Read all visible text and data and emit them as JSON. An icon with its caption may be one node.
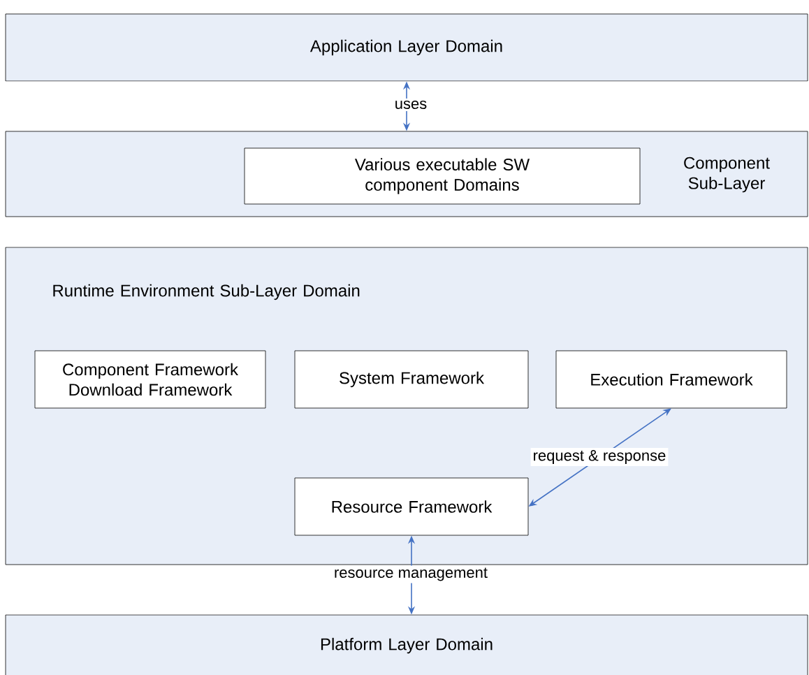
{
  "diagram": {
    "nodes": [
      {
        "text": [
          "Application Layer Domain"
        ]
      },
      {
        "text": [
          "Component Sub-Layer"
        ]
      },
      {
        "text": [
          "Various executable SW component Domains"
        ],
        "in": 1
      },
      {
        "text": [
          "Runtime Environment Sub-Layer Domain"
        ]
      },
      {
        "text": [
          "Component Framework Download Framework"
        ],
        "in": 3
      },
      {
        "text": [
          "System Framework"
        ],
        "in": 3
      },
      {
        "text": [
          "Execution Framework"
        ],
        "in": 3
      },
      {
        "text": [
          "Resource Framework"
        ],
        "in": 3
      },
      {
        "text": [
          "Platform Layer Domain"
        ]
      }
    ],
    "edges": [
      {
        "from": 0,
        "to": 1,
        "arrow": "both",
        "label": "uses"
      },
      {
        "from": 6,
        "to": 7,
        "arrow": "both",
        "label": "request & response"
      },
      {
        "from": 7,
        "to": 8,
        "arrow": "both",
        "label": "resource management"
      }
    ]
  }
}
